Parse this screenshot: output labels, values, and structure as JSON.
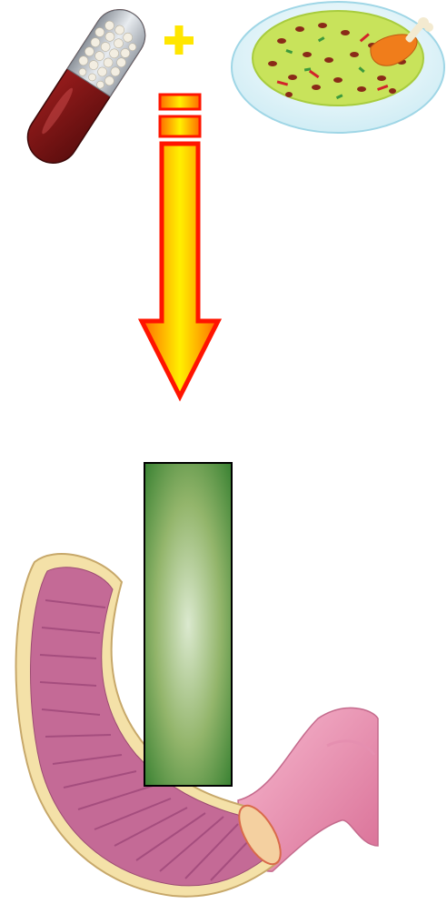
{
  "figure": {
    "elements": [
      {
        "name": "capsule",
        "colors": {
          "shell": "#8b1a1a",
          "cap": "#b7bcc4",
          "beads": "#f1ece0"
        }
      },
      {
        "name": "plus-sign",
        "colors": {
          "fill": "#ffe600"
        }
      },
      {
        "name": "food-bowl",
        "colors": {
          "bowl": "#e6f6fb",
          "food": "#c6e35a"
        }
      },
      {
        "name": "downward-arrow",
        "colors": {
          "outline": "#ff1400",
          "fill_center": "#fff000",
          "fill_edge": "#ff7a00"
        }
      },
      {
        "name": "green-gradient-bar",
        "colors": {
          "center": "#d7e8c8",
          "edge": "#2e7d2c"
        }
      },
      {
        "name": "intestine",
        "colors": {
          "lumen": "#c46a96",
          "wall": "#f4e1a8",
          "duodenum": "#f19bb8"
        }
      }
    ],
    "texts": []
  }
}
